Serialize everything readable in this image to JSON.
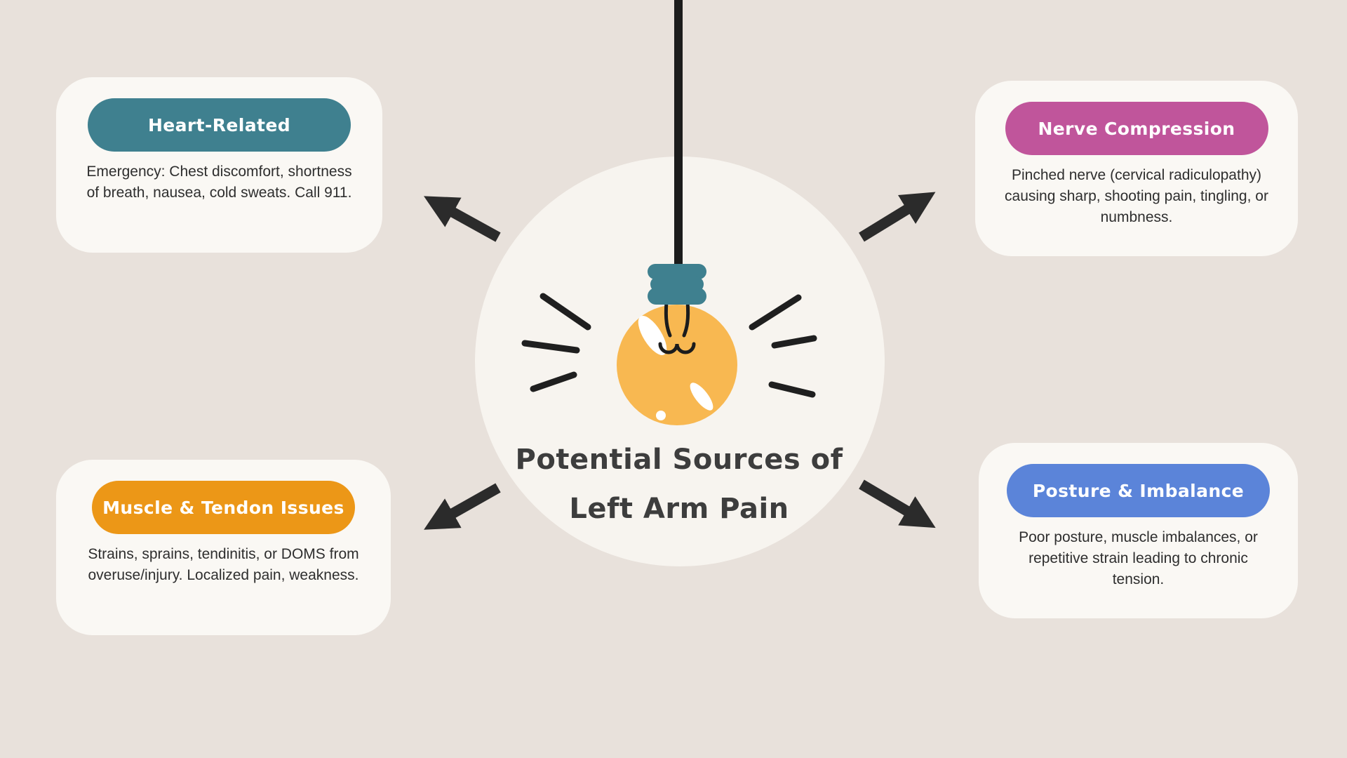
{
  "title": {
    "line1": "Potential Sources of",
    "line2": "Left Arm Pain"
  },
  "cards": {
    "heart": {
      "label": "Heart-Related",
      "body": "Emergency: Chest discomfort, shortness of breath, nausea, cold sweats. Call 911.",
      "color": "#3f808f"
    },
    "nerve": {
      "label": "Nerve Compression",
      "body": "Pinched nerve (cervical radiculopathy) causing sharp, shooting pain, tingling, or numbness.",
      "color": "#c0559b"
    },
    "muscle": {
      "label": "Muscle & Tendon Issues",
      "body": "Strains, sprains, tendinitis, or DOMS from overuse/injury. Localized pain, weakness.",
      "color": "#ec9717"
    },
    "posture": {
      "label": "Posture & Imbalance",
      "body": "Poor posture, muscle imbalances, or repetitive strain leading to chronic tension.",
      "color": "#5b84d9"
    }
  },
  "icons": {
    "center_icon": "lightbulb-icon"
  },
  "colors": {
    "background": "#e8e1db",
    "card_background": "#faf8f4",
    "circle_background": "#f7f4ef",
    "ink": "#262626",
    "bulb": "#f8b851",
    "socket": "#3f808f",
    "body_text": "#2e2e2e",
    "title_text": "#3d3d3d"
  }
}
